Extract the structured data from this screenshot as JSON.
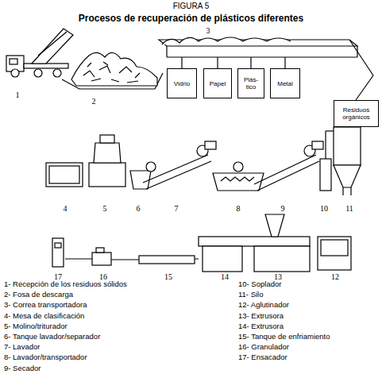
{
  "diagram": {
    "title": "Procesos de recuperación de plásticos diferentes",
    "nodes": [
      {
        "text": [
          "Vidrio"
        ]
      },
      {
        "text": [
          "Papel"
        ]
      },
      {
        "text": [
          "Plás- tico"
        ]
      },
      {
        "text": [
          "Metal"
        ]
      },
      {
        "text": [
          "Residuos orgánicos"
        ]
      }
    ],
    "labels": [
      "FIGURA 5",
      "1",
      "2",
      "3",
      "4",
      "5",
      "6",
      "7",
      "8",
      "9",
      "10",
      "11",
      "12",
      "13",
      "14",
      "15",
      "16",
      "17",
      "1- Recepción de los residuos sólidos",
      "2- Fosa de descarga",
      "3- Correa transportadora",
      "4- Mesa de clasificación",
      "5- Molino/triturador",
      "6- Tanque lavador/separador",
      "7- Lavador",
      "8- Lavador/transportador",
      "9- Secador",
      "10- Soplador",
      "11- Silo",
      "12- Aglutinador",
      "13- Extrusora",
      "14- Extrusora",
      "15- Tanque de enfriamiento",
      "16- Granulador",
      "17- Ensacador"
    ]
  }
}
